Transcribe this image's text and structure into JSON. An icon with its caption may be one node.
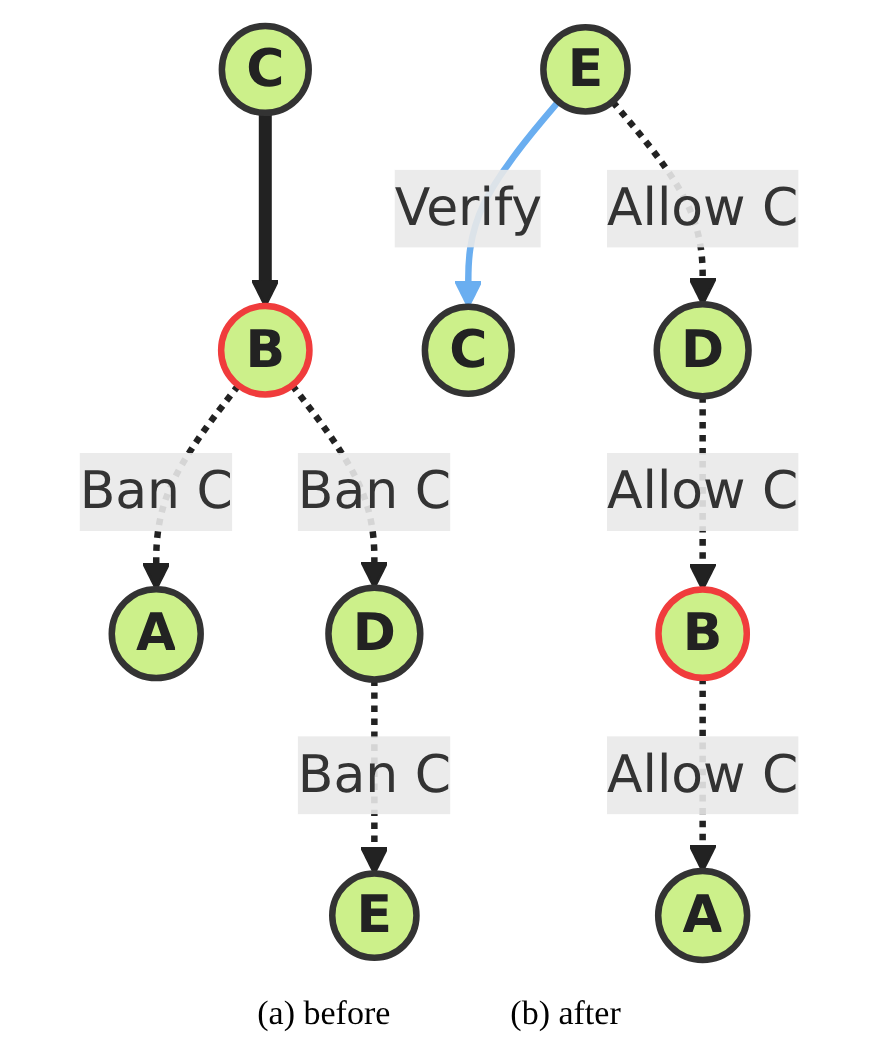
{
  "diagram": {
    "nodes": [
      {
        "text": [
          "C"
        ]
      },
      {
        "text": [
          "B"
        ]
      },
      {
        "text": [
          "A"
        ]
      },
      {
        "text": [
          "D"
        ]
      },
      {
        "text": [
          "E"
        ]
      },
      {
        "text": [
          "B"
        ]
      },
      {
        "text": [
          "C"
        ]
      },
      {
        "text": [
          "A"
        ]
      },
      {
        "text": [
          "D"
        ]
      },
      {
        "text": [
          "E"
        ]
      }
    ],
    "edges": [
      {
        "from": 0,
        "to": 1,
        "arrow": "to",
        "style": "thick"
      },
      {
        "from": 1,
        "to": 2,
        "arrow": "to",
        "label": "Ban C",
        "style": "dashed"
      },
      {
        "from": 1,
        "to": 3,
        "arrow": "to",
        "label": "Ban C",
        "style": "dashed"
      },
      {
        "from": 3,
        "to": 4,
        "arrow": "to",
        "label": "Ban C",
        "style": "dashed"
      },
      {
        "from": 5,
        "to": 7,
        "arrow": "to",
        "label": "Allow C",
        "style": "dashed"
      },
      {
        "from": 8,
        "to": 5,
        "arrow": "to",
        "label": "Allow C",
        "style": "dashed"
      },
      {
        "from": 9,
        "to": 8,
        "arrow": "to",
        "label": "Allow C",
        "style": "dashed"
      },
      {
        "from": 9,
        "to": 6,
        "arrow": "to",
        "label": "Verify",
        "color": "#6aaef0"
      }
    ],
    "labels": [
      "(a) before",
      "(b) after"
    ]
  }
}
